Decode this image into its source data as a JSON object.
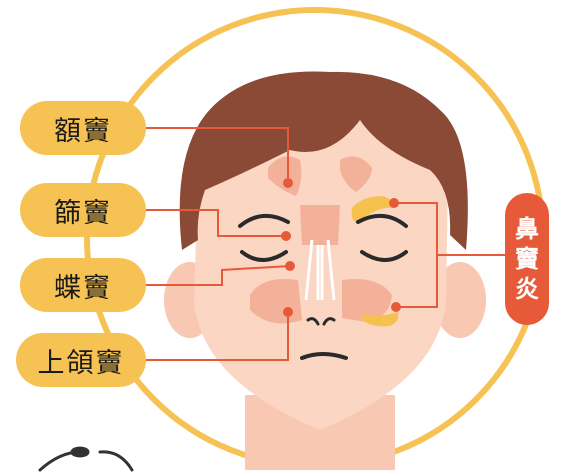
{
  "labels": {
    "frontal": "額竇",
    "ethmoid": "篩竇",
    "sphenoid": "蝶竇",
    "maxillary": "上頜竇"
  },
  "diagnosis": [
    "鼻",
    "竇",
    "炎"
  ],
  "colors": {
    "ring": "#F7C254",
    "pill": "#F7C254",
    "diagnosis_pill": "#E65A3A",
    "connector": "#E65A3A",
    "skin": "#FBD6C2",
    "hair": "#8A4A36",
    "sinus": "#F0A58A",
    "inflamed": "#F6C24F"
  }
}
